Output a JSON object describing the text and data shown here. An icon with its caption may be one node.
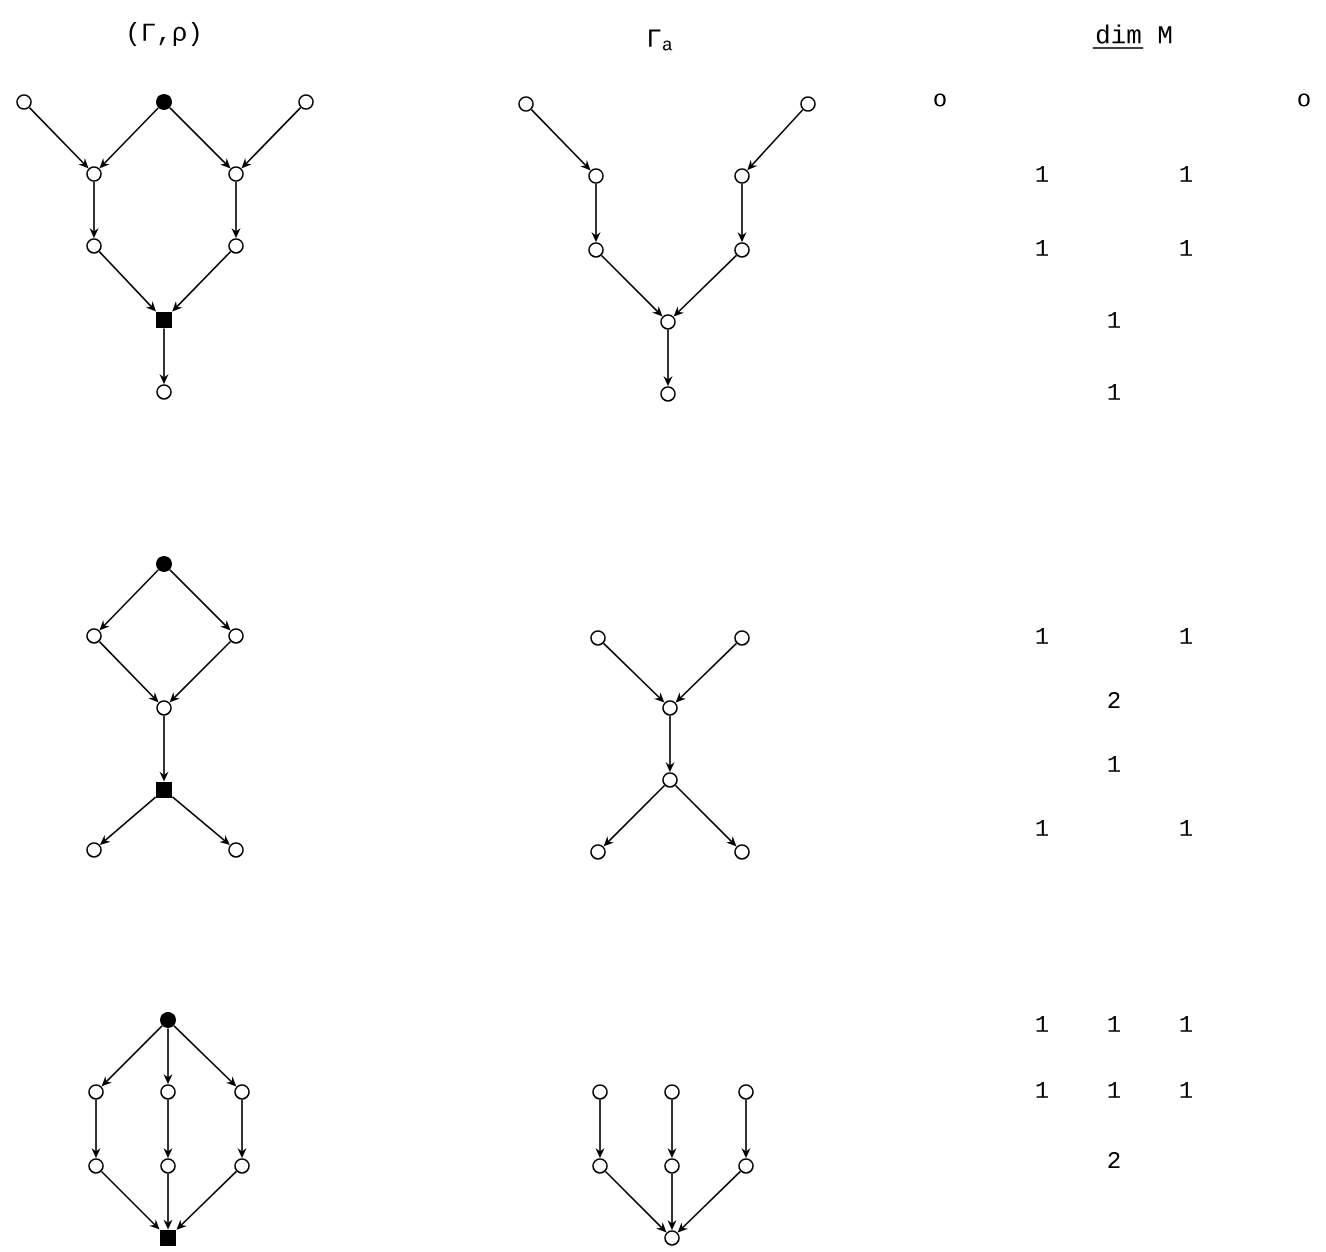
{
  "diagram": {
    "nodes": [
      {
        "text": [],
        "shape": "circle"
      },
      {
        "text": [],
        "shape": "dot"
      },
      {
        "text": [],
        "shape": "circle"
      },
      {
        "text": [],
        "shape": "circle"
      },
      {
        "text": [],
        "shape": "circle"
      },
      {
        "text": [],
        "shape": "circle"
      },
      {
        "text": [],
        "shape": "circle"
      },
      {
        "text": [],
        "shape": "square"
      },
      {
        "text": [],
        "shape": "circle"
      },
      {
        "text": [],
        "shape": "circle"
      },
      {
        "text": [],
        "shape": "circle"
      },
      {
        "text": [],
        "shape": "circle"
      },
      {
        "text": [],
        "shape": "circle"
      },
      {
        "text": [],
        "shape": "circle"
      },
      {
        "text": [],
        "shape": "circle"
      },
      {
        "text": [],
        "shape": "circle"
      },
      {
        "text": [],
        "shape": "circle"
      },
      {
        "text": [],
        "shape": "dot"
      },
      {
        "text": [],
        "shape": "circle"
      },
      {
        "text": [],
        "shape": "circle"
      },
      {
        "text": [],
        "shape": "circle"
      },
      {
        "text": [],
        "shape": "square"
      },
      {
        "text": [],
        "shape": "circle"
      },
      {
        "text": [],
        "shape": "circle"
      },
      {
        "text": [],
        "shape": "circle"
      },
      {
        "text": [],
        "shape": "circle"
      },
      {
        "text": [],
        "shape": "circle"
      },
      {
        "text": [],
        "shape": "circle"
      },
      {
        "text": [],
        "shape": "circle"
      },
      {
        "text": [],
        "shape": "circle"
      },
      {
        "text": [],
        "shape": "dot"
      },
      {
        "text": [],
        "shape": "circle"
      },
      {
        "text": [],
        "shape": "circle"
      },
      {
        "text": [],
        "shape": "circle"
      },
      {
        "text": [],
        "shape": "circle"
      },
      {
        "text": [],
        "shape": "circle"
      },
      {
        "text": [],
        "shape": "circle"
      },
      {
        "text": [],
        "shape": "square"
      },
      {
        "text": [],
        "shape": "circle"
      },
      {
        "text": [],
        "shape": "circle"
      },
      {
        "text": [],
        "shape": "circle"
      },
      {
        "text": [],
        "shape": "circle"
      },
      {
        "text": [],
        "shape": "circle"
      },
      {
        "text": [],
        "shape": "circle"
      },
      {
        "text": [],
        "shape": "circle"
      }
    ],
    "edges": [
      {
        "from": 0,
        "to": 3,
        "arrow": "to"
      },
      {
        "from": 1,
        "to": 3,
        "arrow": "to"
      },
      {
        "from": 1,
        "to": 4,
        "arrow": "to"
      },
      {
        "from": 2,
        "to": 4,
        "arrow": "to"
      },
      {
        "from": 3,
        "to": 5,
        "arrow": "to"
      },
      {
        "from": 4,
        "to": 6,
        "arrow": "to"
      },
      {
        "from": 5,
        "to": 7,
        "arrow": "to"
      },
      {
        "from": 6,
        "to": 7,
        "arrow": "to"
      },
      {
        "from": 7,
        "to": 8,
        "arrow": "to"
      },
      {
        "from": 9,
        "to": 11,
        "arrow": "to"
      },
      {
        "from": 10,
        "to": 12,
        "arrow": "to"
      },
      {
        "from": 11,
        "to": 13,
        "arrow": "to"
      },
      {
        "from": 12,
        "to": 14,
        "arrow": "to"
      },
      {
        "from": 13,
        "to": 15,
        "arrow": "to"
      },
      {
        "from": 14,
        "to": 15,
        "arrow": "to"
      },
      {
        "from": 15,
        "to": 16,
        "arrow": "to"
      },
      {
        "from": 17,
        "to": 18,
        "arrow": "to"
      },
      {
        "from": 17,
        "to": 19,
        "arrow": "to"
      },
      {
        "from": 18,
        "to": 20,
        "arrow": "to"
      },
      {
        "from": 19,
        "to": 20,
        "arrow": "to"
      },
      {
        "from": 20,
        "to": 21,
        "arrow": "to"
      },
      {
        "from": 21,
        "to": 22,
        "arrow": "to"
      },
      {
        "from": 21,
        "to": 23,
        "arrow": "to"
      },
      {
        "from": 24,
        "to": 26,
        "arrow": "to"
      },
      {
        "from": 25,
        "to": 26,
        "arrow": "to"
      },
      {
        "from": 26,
        "to": 27,
        "arrow": "to"
      },
      {
        "from": 27,
        "to": 28,
        "arrow": "to"
      },
      {
        "from": 27,
        "to": 29,
        "arrow": "to"
      },
      {
        "from": 30,
        "to": 31,
        "arrow": "to"
      },
      {
        "from": 30,
        "to": 32,
        "arrow": "to"
      },
      {
        "from": 30,
        "to": 33,
        "arrow": "to"
      },
      {
        "from": 31,
        "to": 34,
        "arrow": "to"
      },
      {
        "from": 32,
        "to": 35,
        "arrow": "to"
      },
      {
        "from": 33,
        "to": 36,
        "arrow": "to"
      },
      {
        "from": 34,
        "to": 37,
        "arrow": "to"
      },
      {
        "from": 35,
        "to": 37,
        "arrow": "to"
      },
      {
        "from": 36,
        "to": 37,
        "arrow": "to"
      },
      {
        "from": 38,
        "to": 41,
        "arrow": "to"
      },
      {
        "from": 39,
        "to": 42,
        "arrow": "to"
      },
      {
        "from": 40,
        "to": 43,
        "arrow": "to"
      },
      {
        "from": 41,
        "to": 44,
        "arrow": "to"
      },
      {
        "from": 42,
        "to": 44,
        "arrow": "to"
      },
      {
        "from": 43,
        "to": 44,
        "arrow": "to"
      }
    ],
    "labels": [
      "(Γ,ρ)",
      "Γ$_{a}$",
      "dim M",
      "o",
      "o",
      "1",
      "1",
      "1",
      "1",
      "1",
      "1",
      "1",
      "1",
      "2",
      "1",
      "1",
      "1",
      "1",
      "1",
      "1",
      "1",
      "1",
      "1",
      "2"
    ]
  }
}
